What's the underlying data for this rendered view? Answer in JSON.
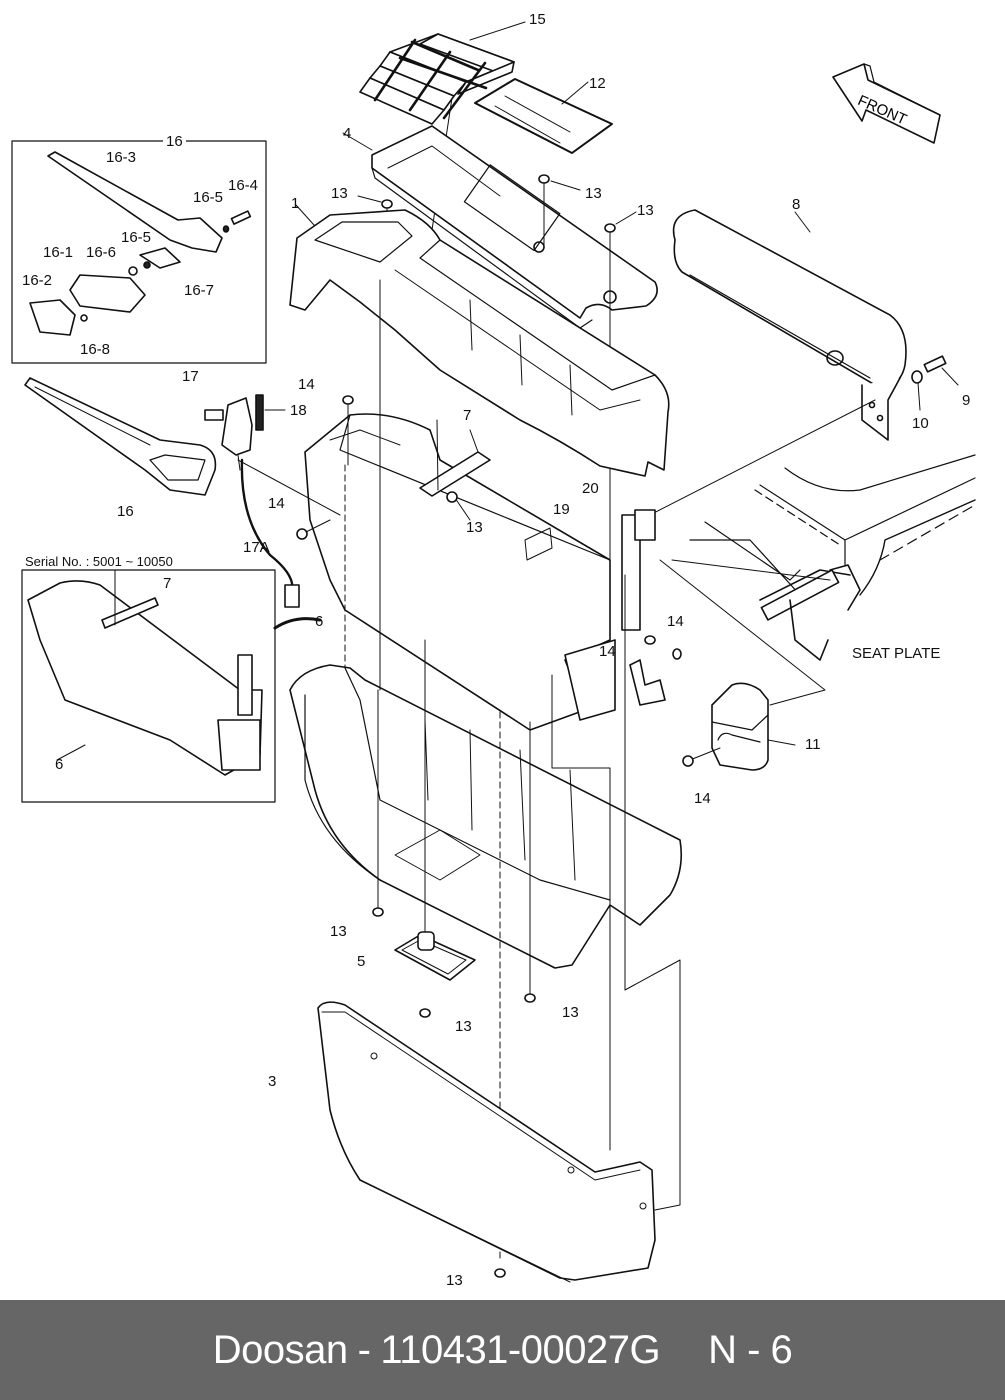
{
  "diagram": {
    "title": "Seat console / armrest assembly exploded view",
    "orientation_label": "FRONT",
    "seat_plate_label": "SEAT PLATE",
    "inset_serial_label": "Serial No.  : 5001 ~ 10050",
    "inset_group_label": "16",
    "callouts": {
      "c1": "1",
      "c3": "3",
      "c4": "4",
      "c5": "5",
      "c6": "6",
      "c6b": "6",
      "c7": "7",
      "c7b": "7",
      "c8": "8",
      "c9": "9",
      "c10": "10",
      "c11": "11",
      "c12": "12",
      "c13a": "13",
      "c13b": "13",
      "c13c": "13",
      "c13d": "13",
      "c13e": "13",
      "c13f": "13",
      "c13g": "13",
      "c13h": "13",
      "c14a": "14",
      "c14b": "14",
      "c14c": "14",
      "c14d": "14",
      "c14e": "14",
      "c15": "15",
      "c16": "16",
      "c17": "17",
      "c17a": "17A",
      "c18": "18",
      "c19": "19",
      "c20": "20",
      "c16_1": "16-1",
      "c16_2": "16-2",
      "c16_3": "16-3",
      "c16_4": "16-4",
      "c16_5a": "16-5",
      "c16_5b": "16-5",
      "c16_6": "16-6",
      "c16_7": "16-7",
      "c16_8": "16-8"
    }
  },
  "footer": {
    "brand": "Doosan",
    "dash": "-",
    "part_number": "110431-00027G",
    "page_ref": "N - 6"
  }
}
